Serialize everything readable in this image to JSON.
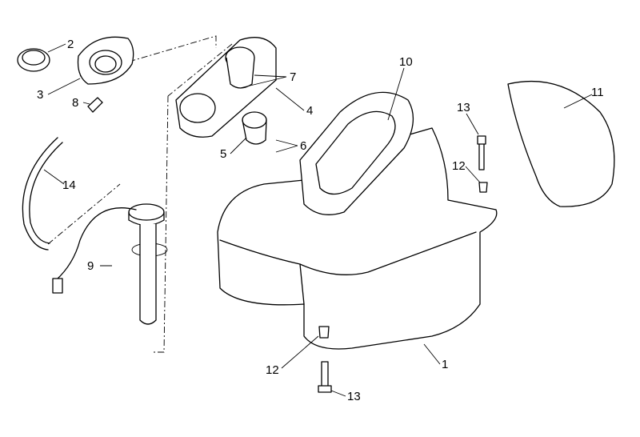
{
  "diagram": {
    "callouts": [
      {
        "id": "fuel-cap",
        "label": "2"
      },
      {
        "id": "filler-neck-cover",
        "label": "3"
      },
      {
        "id": "hose-fitting",
        "label": "8"
      },
      {
        "id": "breather-hose",
        "label": "14"
      },
      {
        "id": "fuel-pump-sender",
        "label": "9"
      },
      {
        "id": "screws-top",
        "label": "7"
      },
      {
        "id": "tank-flange-plate",
        "label": "4"
      },
      {
        "id": "clamp",
        "label": "5"
      },
      {
        "id": "screws-clamp",
        "label": "6"
      },
      {
        "id": "tank-gasket",
        "label": "10"
      },
      {
        "id": "bolt-upper",
        "label": "13"
      },
      {
        "id": "grommet-upper",
        "label": "12"
      },
      {
        "id": "heat-shield",
        "label": "11"
      },
      {
        "id": "fuel-tank",
        "label": "1"
      },
      {
        "id": "grommet-lower",
        "label": "12"
      },
      {
        "id": "bolt-lower",
        "label": "13"
      }
    ]
  }
}
